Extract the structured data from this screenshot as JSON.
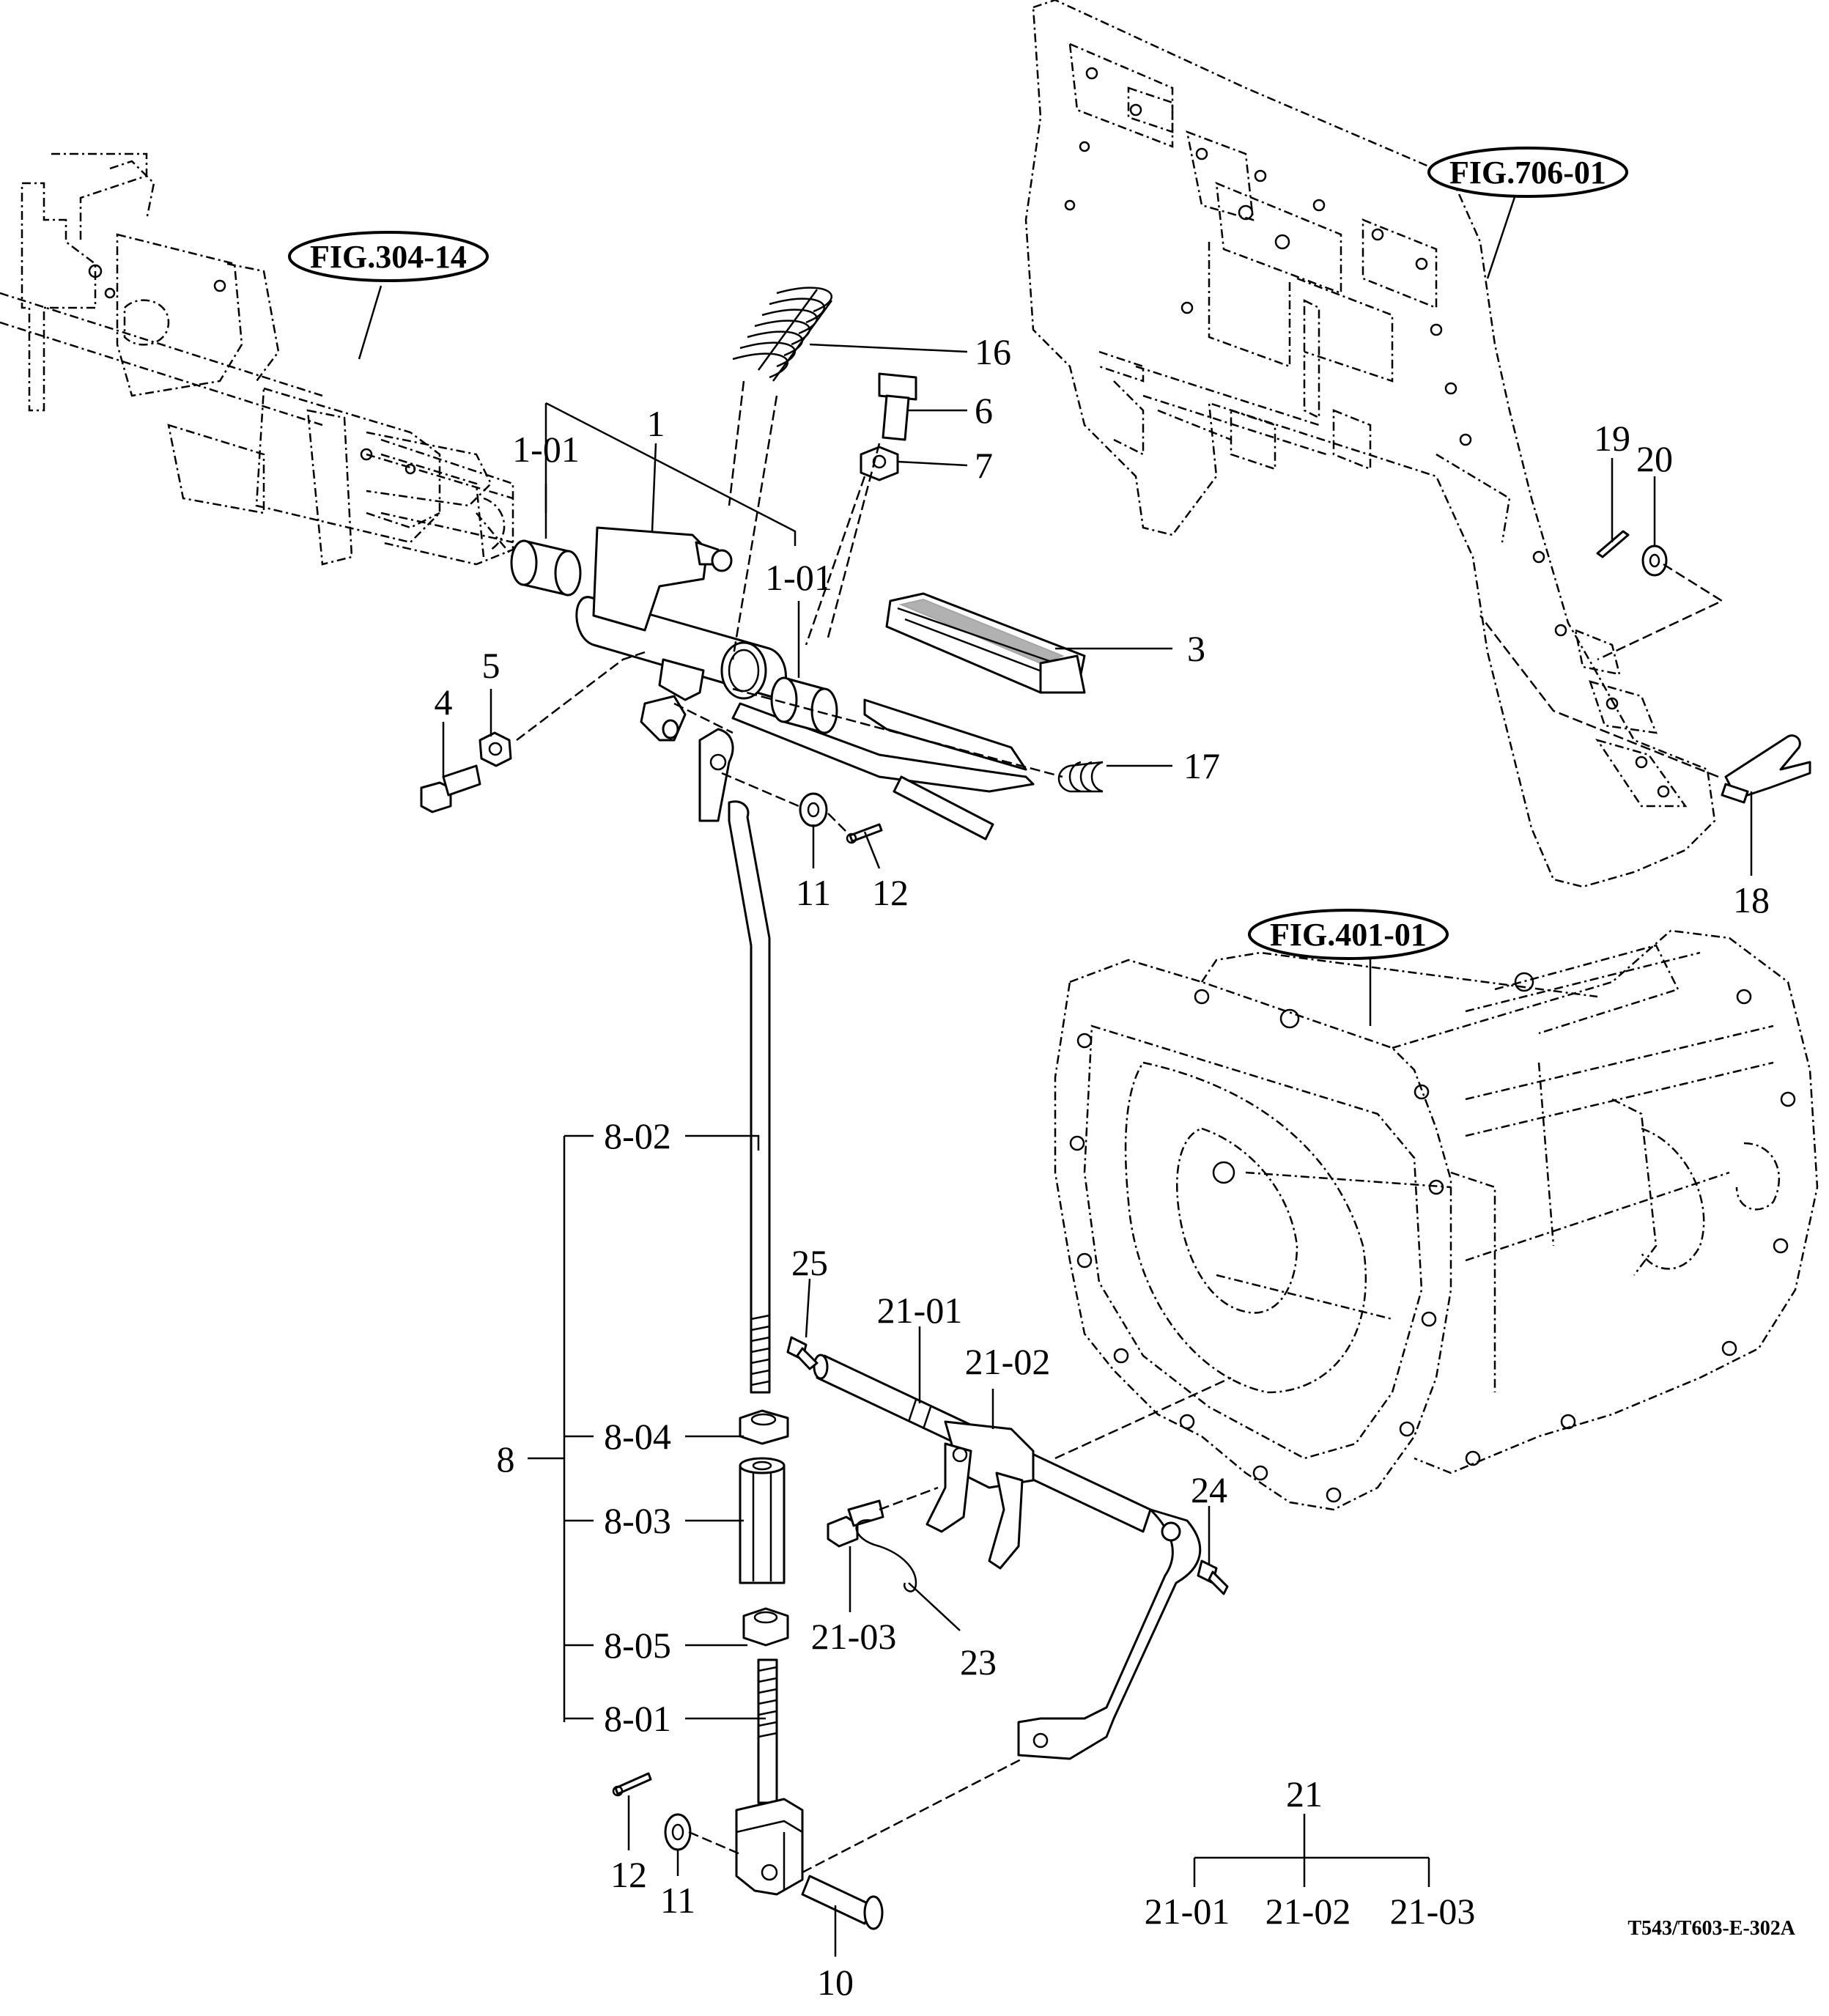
{
  "figure_refs": {
    "fig_304_14": "FIG.304-14",
    "fig_706_01": "FIG.706-01",
    "fig_401_01": "FIG.401-01"
  },
  "part_labels": {
    "p1": "1",
    "p1_01_left": "1-01",
    "p1_01_right": "1-01",
    "p3": "3",
    "p4": "4",
    "p5": "5",
    "p6": "6",
    "p7": "7",
    "p8": "8",
    "p8_01": "8-01",
    "p8_02": "8-02",
    "p8_03": "8-03",
    "p8_04": "8-04",
    "p8_05": "8-05",
    "p10": "10",
    "p11_upper": "11",
    "p11_lower": "11",
    "p12_upper": "12",
    "p12_lower": "12",
    "p16": "16",
    "p17": "17",
    "p18": "18",
    "p19": "19",
    "p20": "20",
    "p21_01": "21-01",
    "p21_02": "21-02",
    "p21_03": "21-03",
    "p23": "23",
    "p24": "24",
    "p25": "25"
  },
  "legend_tree": {
    "parent": "21",
    "children": [
      "21-01",
      "21-02",
      "21-03"
    ]
  },
  "drawing_code": "T543/T603-E-302A"
}
